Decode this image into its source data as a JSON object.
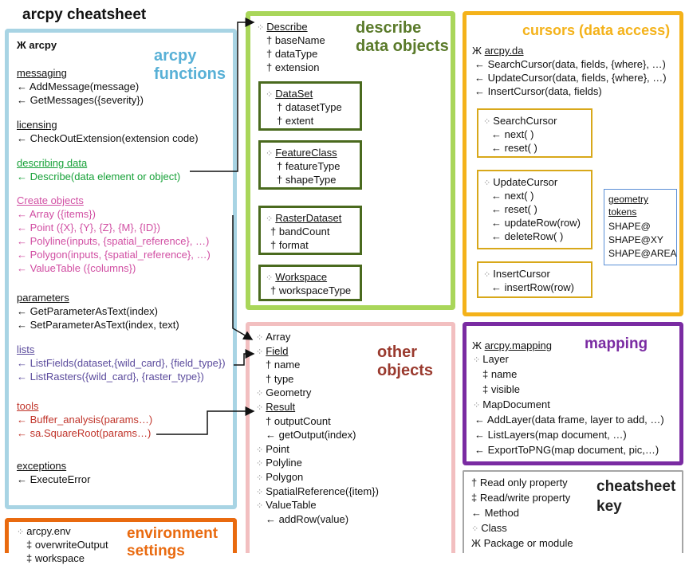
{
  "title": "arcpy cheatsheet",
  "arcpy": {
    "heading": "Ж arcpy",
    "big_label": [
      "arcpy",
      "functions"
    ],
    "messaging": {
      "label": "messaging",
      "items": [
        "← AddMessage(message)",
        "← GetMessages({severity})"
      ]
    },
    "licensing": {
      "label": "licensing",
      "items": [
        "← CheckOutExtension(extension code)"
      ]
    },
    "describing": {
      "label": "describing data",
      "items": [
        "← Describe(data element or object)"
      ]
    },
    "create": {
      "label": "Create objects",
      "items": [
        "← Array ({items})",
        "← Point ({X}, {Y}, {Z}, {M}, {ID})",
        "← Polyline(inputs, {spatial_reference}, …)",
        "← Polygon(inputs, {spatial_reference}, …)",
        "← ValueTable ({columns})"
      ]
    },
    "parameters": {
      "label": "parameters",
      "items": [
        "← GetParameterAsText(index)",
        "← SetParameterAsText(index, text)"
      ]
    },
    "lists": {
      "label": "lists",
      "items": [
        "← ListFields(dataset,{wild_card}, {field_type})",
        "← ListRasters({wild_card}, {raster_type})"
      ]
    },
    "tools": {
      "label": "tools",
      "items": [
        "← Buffer_analysis(params…)",
        "← sa.SquareRoot(params…)"
      ]
    },
    "exceptions": {
      "label": "exceptions",
      "items": [
        "← ExecuteError"
      ]
    }
  },
  "describe": {
    "big_label": [
      "describe",
      "data objects"
    ],
    "head": "Describe",
    "props": [
      "† baseName",
      "† dataType",
      "† extension"
    ],
    "subs": [
      {
        "name": "DataSet",
        "props": [
          "† datasetType",
          "† extent"
        ]
      },
      {
        "name": "FeatureClass",
        "props": [
          "† featureType",
          "† shapeType"
        ]
      },
      {
        "name": "RasterDataset",
        "props": [
          "† bandCount",
          "† format"
        ]
      },
      {
        "name": "Workspace",
        "props": [
          "† workspaceType"
        ]
      }
    ]
  },
  "cursors": {
    "big_label": "cursors (data access)",
    "heading": "arcpy.da",
    "items": [
      "← SearchCursor(data, fields, {where}, …)",
      "← UpdateCursor(data, fields, {where}, …)",
      "← InsertCursor(data, fields)"
    ],
    "search": {
      "name": "SearchCursor",
      "items": [
        "← next( )",
        "← reset( )"
      ]
    },
    "update": {
      "name": "UpdateCursor",
      "items": [
        "← next( )",
        "← reset( )",
        "← updateRow(row)",
        "← deleteRow( )"
      ]
    },
    "insert": {
      "name": "InsertCursor",
      "items": [
        "← insertRow(row)"
      ]
    },
    "tokens": {
      "head1": "geometry",
      "head2": "tokens",
      "items": [
        "SHAPE@",
        "SHAPE@XY",
        "SHAPE@AREA"
      ]
    }
  },
  "other": {
    "big_label": [
      "other",
      "objects"
    ],
    "lines": [
      {
        "t": "Array",
        "k": "cls"
      },
      {
        "t": "Field",
        "k": "cls-ul"
      },
      {
        "t": "† name",
        "k": "p1"
      },
      {
        "t": "† type",
        "k": "p1"
      },
      {
        "t": "Geometry",
        "k": "cls"
      },
      {
        "t": "Result",
        "k": "cls-ul"
      },
      {
        "t": "† outputCount",
        "k": "p1"
      },
      {
        "t": "← getOutput(index)",
        "k": "p1"
      },
      {
        "t": "Point",
        "k": "cls"
      },
      {
        "t": "Polyline",
        "k": "cls"
      },
      {
        "t": "Polygon",
        "k": "cls"
      },
      {
        "t": "SpatialReference({item})",
        "k": "cls"
      },
      {
        "t": "ValueTable",
        "k": "cls"
      },
      {
        "t": "← addRow(value)",
        "k": "p1"
      }
    ]
  },
  "mapping": {
    "big_label": "mapping",
    "heading": "arcpy.mapping",
    "lines": [
      {
        "t": "Layer",
        "k": "cls"
      },
      {
        "t": "‡ name",
        "k": "p2"
      },
      {
        "t": "‡ visible",
        "k": "p2"
      },
      {
        "t": "MapDocument",
        "k": "cls"
      },
      {
        "t": "← AddLayer(data frame, layer to add, …)",
        "k": "p0"
      },
      {
        "t": "← ListLayers(map document, …)",
        "k": "p0"
      },
      {
        "t": "← ExportToPNG(map document, pic,…)",
        "k": "p0"
      }
    ]
  },
  "env": {
    "heading": "arcpy.env",
    "items": [
      "‡ overwriteOutput",
      "‡ workspace"
    ],
    "big_label": [
      "environment",
      "settings"
    ]
  },
  "key": {
    "big_label": [
      "cheatsheet",
      "key"
    ],
    "items": [
      "† Read only property",
      "‡ Read/write property",
      "← Method",
      "Class",
      "Ж Package or module"
    ]
  },
  "colors": {
    "arcpy": "#a8d4e4",
    "describe": "#a9d65a",
    "cursors": "#f4b21a",
    "other": "#f2bfc0",
    "mapping": "#7a2ba2",
    "env": "#e96a0f",
    "key": "#a5a5a5"
  }
}
